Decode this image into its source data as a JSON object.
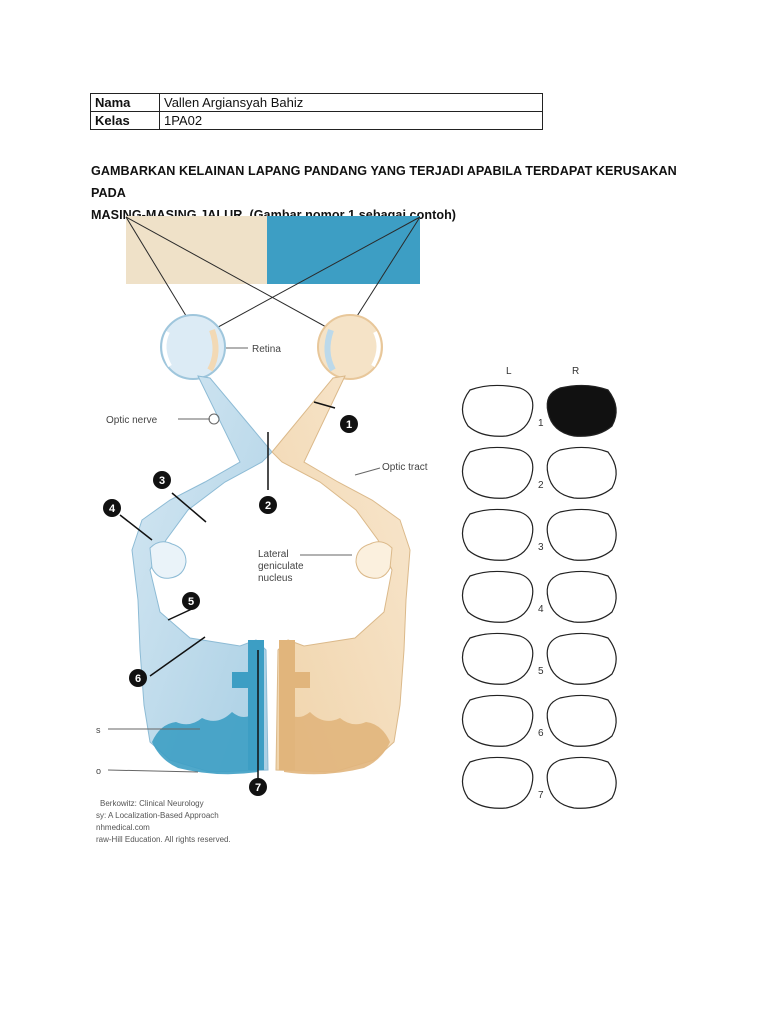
{
  "header": {
    "rows": [
      {
        "key": "Nama",
        "value": "Vallen Argiansyah Bahiz"
      },
      {
        "key": "Kelas",
        "value": "1PA02"
      }
    ]
  },
  "instruction": {
    "line1": "GAMBARKAN KELAINAN LAPANG PANDANG YANG TERJADI APABILA TERDAPAT KERUSAKAN PADA",
    "line2": "MASING-MASING JALUR. (Gambar nomor 1 sebagai contoh)"
  },
  "diagram": {
    "labels": {
      "retina": "Retina",
      "optic_nerve": "Optic nerve",
      "optic_tract": "Optic tract",
      "lgn_1": "Lateral",
      "lgn_2": "geniculate",
      "lgn_3": "nucleus",
      "s": "s",
      "o": "o"
    },
    "markers": [
      "1",
      "2",
      "3",
      "4",
      "5",
      "6",
      "7"
    ],
    "credit": [
      "Berkowitz: Clinical Neurology",
      "sy: A Localization-Based Approach",
      "nhmedical.com",
      "raw-Hill Education. All rights reserved."
    ],
    "colors": {
      "left_field": "#efe1c8",
      "right_field": "#3d9ec4",
      "blue_pathway": "#b9d8ea",
      "tan_pathway": "#f3dcbc"
    }
  },
  "visual_fields": {
    "left_label": "L",
    "right_label": "R",
    "rows": [
      {
        "num": "1",
        "left_filled": false,
        "right_filled": true
      },
      {
        "num": "2",
        "left_filled": false,
        "right_filled": false
      },
      {
        "num": "3",
        "left_filled": false,
        "right_filled": false
      },
      {
        "num": "4",
        "left_filled": false,
        "right_filled": false
      },
      {
        "num": "5",
        "left_filled": false,
        "right_filled": false
      },
      {
        "num": "6",
        "left_filled": false,
        "right_filled": false
      },
      {
        "num": "7",
        "left_filled": false,
        "right_filled": false
      }
    ]
  }
}
